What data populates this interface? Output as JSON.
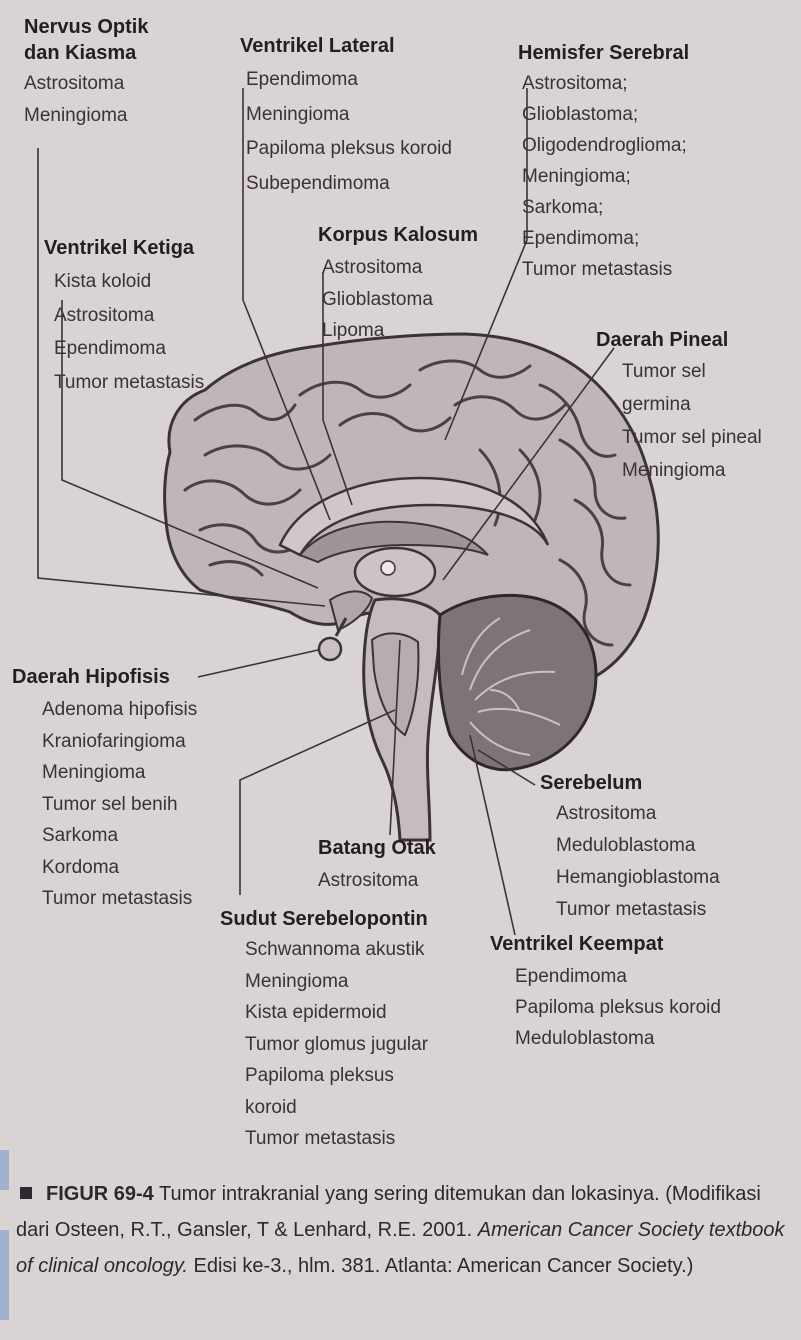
{
  "labels": [
    {
      "id": "nervus",
      "title_lines": [
        "Nervus Optik",
        "dan Kiasma"
      ],
      "items": [
        "Astrositoma",
        "Meningioma"
      ]
    },
    {
      "id": "vlateral",
      "title_lines": [
        "Ventrikel Lateral"
      ],
      "items": [
        "Ependimoma",
        "Meningioma",
        "Papiloma pleksus koroid",
        "Subependimoma"
      ]
    },
    {
      "id": "hemisfer",
      "title_lines": [
        "Hemisfer Serebral"
      ],
      "items": [
        "Astrositoma;",
        "Glioblastoma;",
        "Oligodendroglioma;",
        "Meningioma;",
        "Sarkoma;",
        "Ependimoma;",
        "Tumor metastasis"
      ]
    },
    {
      "id": "vketiga",
      "title_lines": [
        "Ventrikel Ketiga"
      ],
      "items": [
        "Kista koloid",
        "Astrositoma",
        "Ependimoma",
        "Tumor metastasis"
      ]
    },
    {
      "id": "korpus",
      "title_lines": [
        "Korpus Kalosum"
      ],
      "items": [
        "Astrositoma",
        "Glioblastoma",
        "Lipoma"
      ]
    },
    {
      "id": "pineal",
      "title_lines": [
        "Daerah Pineal"
      ],
      "items": [
        "Tumor sel",
        "germina",
        "Tumor sel pineal",
        "Meningioma"
      ]
    },
    {
      "id": "hipofisis",
      "title_lines": [
        "Daerah Hipofisis"
      ],
      "items": [
        "Adenoma hipofisis",
        "Kraniofaringioma",
        "Meningioma",
        "Tumor sel benih",
        "Sarkoma",
        "Kordoma",
        "Tumor metastasis"
      ]
    },
    {
      "id": "serebelum",
      "title_lines": [
        "Serebelum"
      ],
      "items": [
        "Astrositoma",
        "Meduloblastoma",
        "Hemangioblastoma",
        "Tumor metastasis"
      ]
    },
    {
      "id": "batang",
      "title_lines": [
        "Batang Otak"
      ],
      "items": [
        "Astrositoma"
      ]
    },
    {
      "id": "sudut",
      "title_lines": [
        "Sudut Serebelopontin"
      ],
      "items": [
        "Schwannoma akustik",
        "Meningioma",
        "Kista epidermoid",
        "Tumor glomus jugular",
        "Papiloma pleksus",
        "koroid",
        "Tumor metastasis"
      ]
    },
    {
      "id": "vkeempat",
      "title_lines": [
        "Ventrikel Keempat"
      ],
      "items": [
        "Ependimoma",
        "Papiloma pleksus koroid",
        "Meduloblastoma"
      ]
    }
  ],
  "caption": {
    "figure_label": "FIGUR 69-4",
    "text_1": " Tumor intrakranial yang sering ditemukan dan lokasinya. (Modifikasi dari Osteen, R.T., Gansler, T & Lenhard, R.E. 2001. ",
    "book_title": "American Cancer Society textbook of clinical oncology.",
    "text_2": " Edisi ke-3., hlm. 381. Atlanta: American Cancer Society.)"
  },
  "colors": {
    "background": "#d9d3d4",
    "text": "#2b2527",
    "brain": "#bdb4b7",
    "ink": "#3c3337",
    "accent_bar": "#9fb1cf"
  }
}
